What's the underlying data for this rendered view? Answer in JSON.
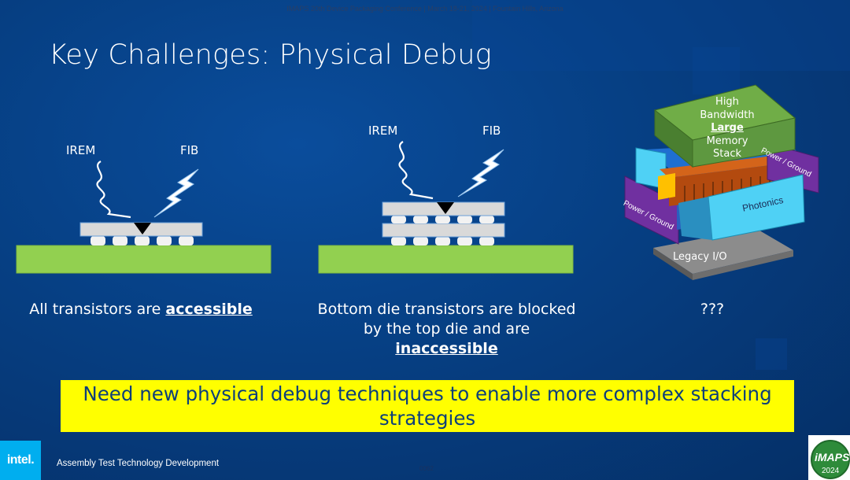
{
  "conference": "IMAPS 20th Device Packaging Conference | March 18-21, 2024 | Fountain Hills, Arizona",
  "title": "Key Challenges: Physical Debug",
  "diagram1": {
    "irem": "IREM",
    "fib": "FIB",
    "caption_pre": "All transistors are ",
    "caption_emph": "accessible"
  },
  "diagram2": {
    "irem": "IREM",
    "fib": "FIB",
    "caption_line1": "Bottom die transistors are blocked",
    "caption_line2_pre": "by the top die and are ",
    "caption_emph": "inaccessible"
  },
  "diagram3": {
    "memory_line1": "High",
    "memory_line2": "Bandwidth",
    "memory_line3": "Large",
    "memory_line4": "Memory",
    "memory_line5": "Stack",
    "left_pg": "Power / Ground",
    "right_pg": "Power / Ground",
    "photonics": "Photonics",
    "legacy": "Legacy I/O",
    "caption": "???"
  },
  "banner": {
    "line1": "Need new physical debug techniques to enable more complex stacking",
    "line2": "strategies"
  },
  "footer": {
    "logo": "intel.",
    "text": "Assembly Test Technology Development",
    "page": "0062",
    "imaps_logo": "iMAPS",
    "imaps_year": "2024"
  },
  "colors": {
    "background": "#063f83",
    "substrate": "#92d050",
    "die": "#d9d9d9",
    "banner": "#ffff00",
    "banner_text": "#0d3f7a",
    "memory": "#70ad47",
    "photonics": "#4fd1f5",
    "power_ground": "#7030a0"
  }
}
